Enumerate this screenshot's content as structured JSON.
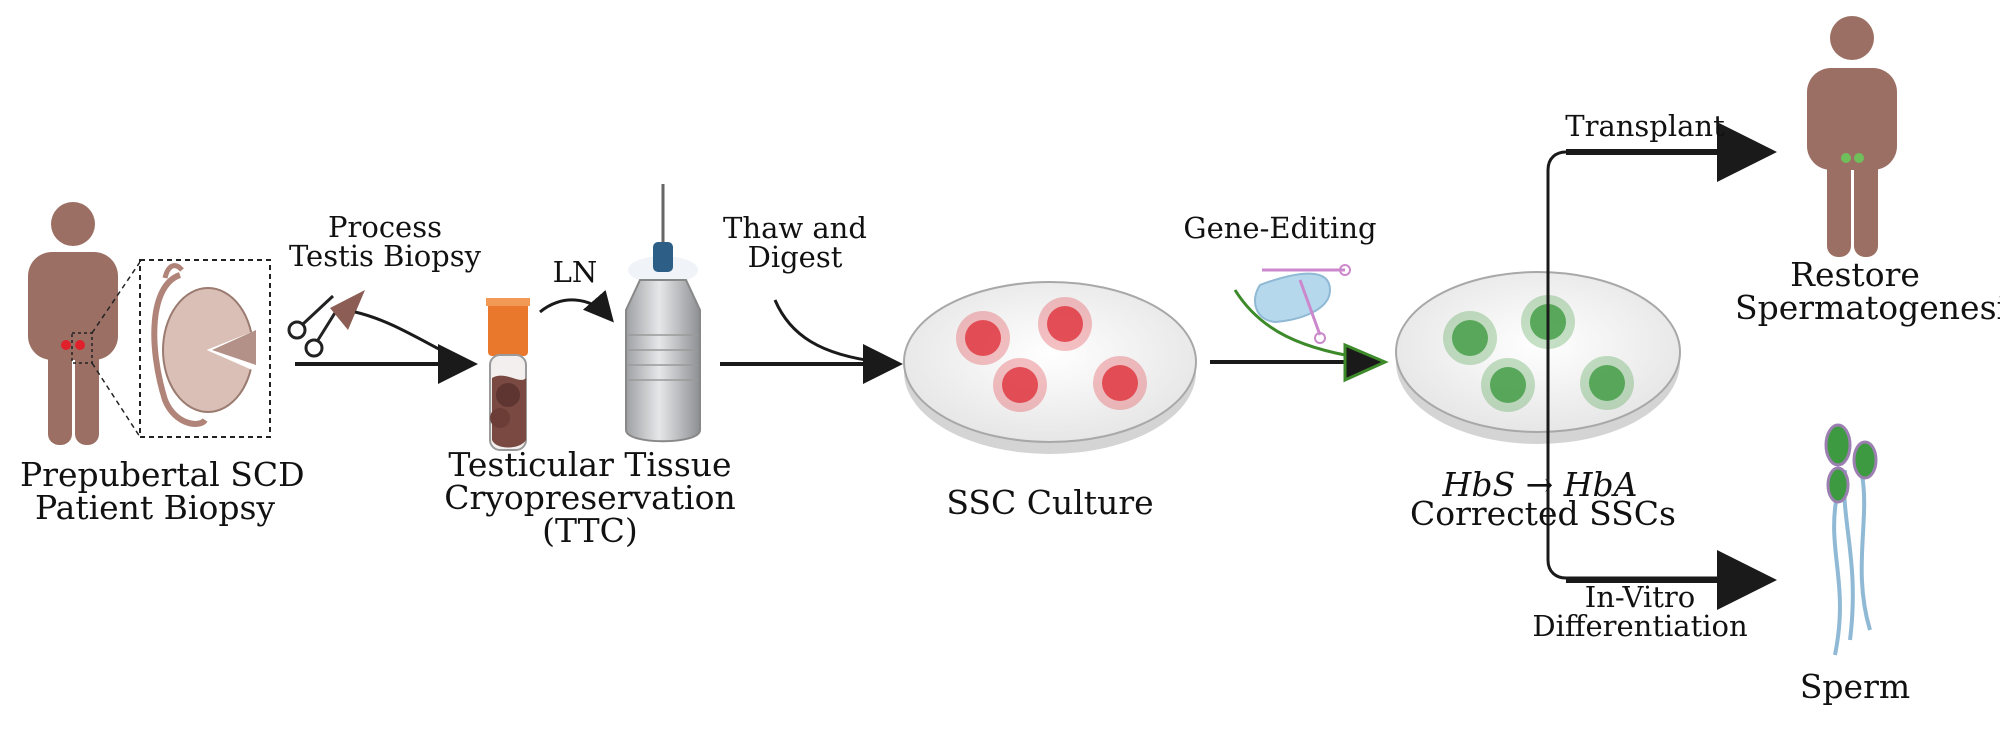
{
  "colors": {
    "skin": "#9b6f63",
    "arrow": "#1a1a1a",
    "red_cell": "#e0303a",
    "green_cell": "#3e9a40",
    "vial_cap": "#e9782d",
    "dewar": "#c8c9cb",
    "sperm": "#8fb9d4"
  },
  "labels": {
    "patient": [
      "Prepubertal SCD",
      "Patient Biopsy"
    ],
    "process": [
      "Process",
      "Testis Biopsy"
    ],
    "ln": "LN",
    "ttc": [
      "Testicular Tissue",
      "Cryopreservation",
      "(TTC)"
    ],
    "thaw": [
      "Thaw and",
      "Digest"
    ],
    "ssc_culture": "SSC Culture",
    "gene_editing": "Gene-Editing",
    "hbs": "HbS",
    "arrow_glyph": "→",
    "hba": "HbA",
    "corrected": "Corrected SSCs",
    "transplant": "Transplant",
    "restore": [
      "Restore",
      "Spermatogenesis"
    ],
    "invitro": [
      "In-Vitro",
      "Differentiation"
    ],
    "sperm": "Sperm"
  },
  "icons": {
    "patient": "human-figure-icon",
    "testis": "testis-cross-section-icon",
    "scissors": "scissors-icon",
    "vial": "cryovial-icon",
    "dewar": "liquid-nitrogen-dewar-icon",
    "dish_red": "petri-dish-red-colonies-icon",
    "crispr": "cas9-complex-icon",
    "dish_green": "petri-dish-green-colonies-icon",
    "restored_figure": "human-figure-icon",
    "sperm": "sperm-cells-icon"
  }
}
